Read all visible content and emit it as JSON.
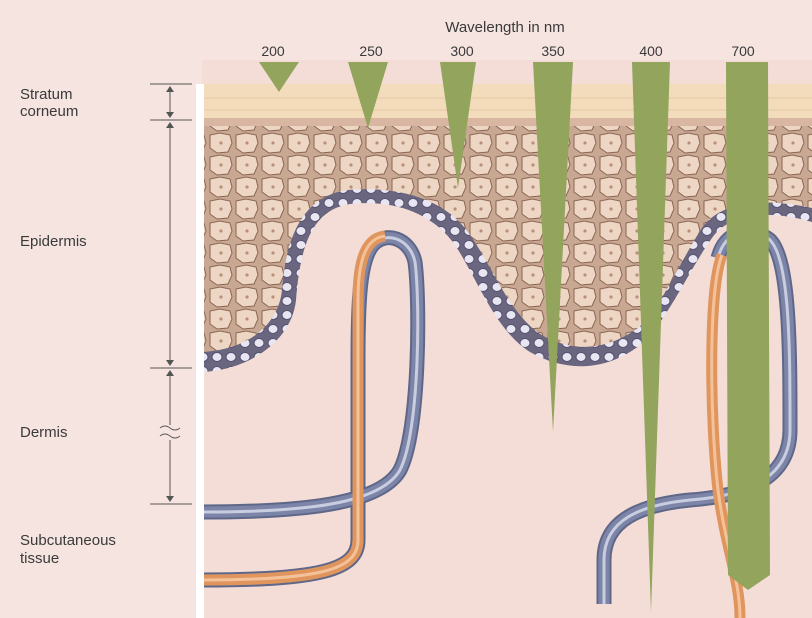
{
  "figure": {
    "axis_title": "Wavelength in nm",
    "wavelengths": [
      {
        "label": "200",
        "penetration": "stratum corneum (surface)"
      },
      {
        "label": "250",
        "penetration": "stratum corneum"
      },
      {
        "label": "300",
        "penetration": "upper epidermis"
      },
      {
        "label": "350",
        "penetration": "dermis"
      },
      {
        "label": "400",
        "penetration": "subcutaneous tissue"
      },
      {
        "label": "700",
        "penetration": "subcutaneous tissue"
      }
    ],
    "layers": [
      {
        "line1": "Stratum",
        "line2": "corneum"
      },
      {
        "line1": "Epidermis"
      },
      {
        "line1": "Dermis"
      },
      {
        "line1": "Subcutaneous",
        "line2": "tissue"
      }
    ],
    "colors": {
      "background": "#f6e4e0",
      "stratum_corneum": "#f2dcbc",
      "epidermis_cell": "#eed6c4",
      "epidermis_outline": "#8a6652",
      "basal_layer": "#6a6680",
      "artery": "#e0955d",
      "vein": "#7c85a8",
      "light_beam": "#93a45c",
      "label_text": "#3a3a3a"
    }
  }
}
